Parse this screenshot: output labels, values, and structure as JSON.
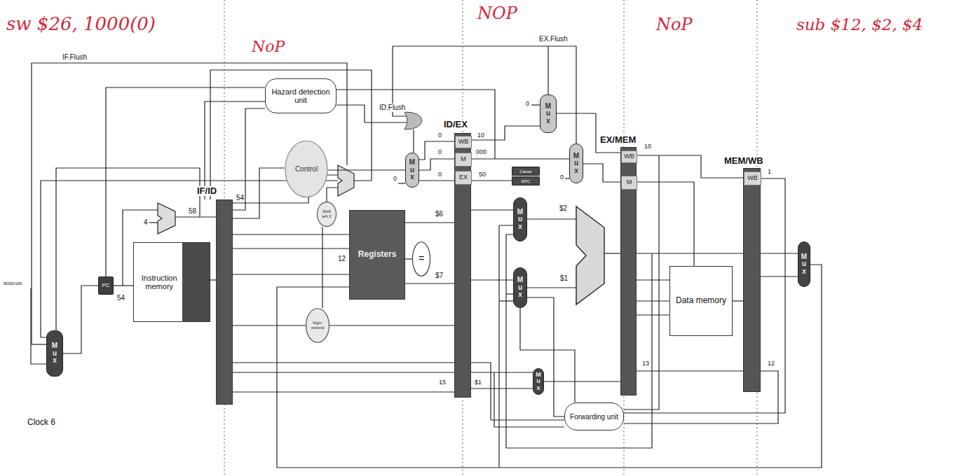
{
  "diagram": {
    "nodes": [
      {
        "text": [
          "Hazard detection unit"
        ]
      },
      {
        "text": [
          "Control"
        ]
      },
      {
        "text": [
          "IF/ID"
        ]
      },
      {
        "text": [
          "ID/EX"
        ]
      },
      {
        "text": [
          "WB"
        ],
        "in": 3
      },
      {
        "text": [
          "M"
        ],
        "in": 3
      },
      {
        "text": [
          "EX"
        ],
        "in": 3
      },
      {
        "text": [
          "EX/MEM"
        ]
      },
      {
        "text": [
          "WB"
        ],
        "in": 7
      },
      {
        "text": [
          "M"
        ],
        "in": 7
      },
      {
        "text": [
          "MEM/WB"
        ]
      },
      {
        "text": [
          "WB"
        ],
        "in": 10
      },
      {
        "text": [
          "Mux"
        ]
      },
      {
        "text": [
          "PC"
        ]
      },
      {
        "text": [
          "Instruction memory"
        ]
      },
      {
        "text": [
          "Shift left 2"
        ]
      },
      {
        "text": [
          "Registers"
        ]
      },
      {
        "text": [
          "="
        ]
      },
      {
        "text": [
          "Sign-extend"
        ]
      },
      {
        "text": [
          "Mux"
        ]
      },
      {
        "text": [
          "Mux"
        ]
      },
      {
        "text": [
          "Mux"
        ]
      },
      {
        "text": [
          "Cause"
        ]
      },
      {
        "text": [
          "EPC"
        ]
      },
      {
        "text": [
          "Mux"
        ]
      },
      {
        "text": [
          "Mux"
        ]
      },
      {
        "text": [
          "Mux"
        ]
      },
      {
        "text": [
          "Data memory"
        ]
      },
      {
        "text": [
          "Mux"
        ]
      },
      {
        "text": [
          "Forwarding unit"
        ]
      }
    ],
    "edges": [
      {
        "from": 12,
        "to": 13,
        "arrow": "none"
      },
      {
        "from": 13,
        "to": 14,
        "arrow": "none"
      },
      {
        "from": 14,
        "to": 2,
        "arrow": "none"
      },
      {
        "from": 2,
        "to": 16,
        "arrow": "none"
      },
      {
        "from": 16,
        "to": 17,
        "arrow": "none"
      },
      {
        "from": 16,
        "to": 3,
        "arrow": "none"
      },
      {
        "from": 1,
        "to": 19,
        "arrow": "none"
      },
      {
        "from": 3,
        "to": 24,
        "arrow": "none"
      },
      {
        "from": 3,
        "to": 25,
        "arrow": "none"
      },
      {
        "from": 7,
        "to": 27,
        "arrow": "none"
      },
      {
        "from": 27,
        "to": 10,
        "arrow": "none"
      },
      {
        "from": 10,
        "to": 28,
        "arrow": "none"
      },
      {
        "from": 29,
        "to": 25,
        "arrow": "none"
      }
    ],
    "labels": [
      "IF.Flush",
      "ID.Flush",
      "EX.Flush",
      "sw $26, 1000(0)",
      "NoP",
      "NOP",
      "NoP",
      "sub $12, $2, $4",
      "Clock 6",
      "58",
      "54",
      "54",
      "4",
      "$6",
      "$7",
      "12",
      "0",
      "10",
      "0",
      "000",
      "0",
      "50",
      "0",
      "0",
      "0",
      "$2",
      "$1",
      "10",
      "1",
      "15",
      "$1",
      "13",
      "12",
      "80000180"
    ]
  }
}
